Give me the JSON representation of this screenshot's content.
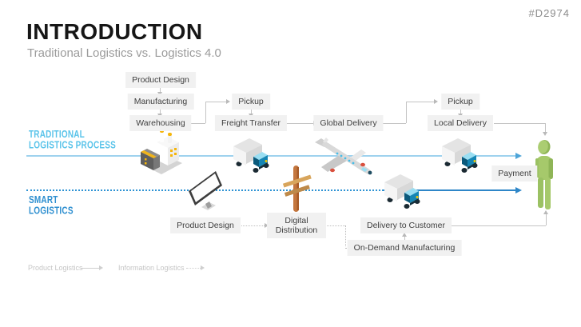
{
  "slide": {
    "code": "#D2974",
    "title": "INTRODUCTION",
    "subtitle": "Traditional Logistics vs. Logistics 4.0"
  },
  "lanes": {
    "traditional": {
      "label": "TRADITIONAL\nLOGISTICS PROCESS",
      "color": "#5BC4EA",
      "line_style": "solid"
    },
    "smart": {
      "label": "SMART\nLOGISTICS",
      "color": "#2E8FD0",
      "line_style": "dotted"
    }
  },
  "traditional_flow": {
    "product_design": "Product Design",
    "manufacturing": "Manufacturing",
    "warehousing": "Warehousing",
    "pickup_1": "Pickup",
    "freight_transfer": "Freight Transfer",
    "global_delivery": "Global Delivery",
    "pickup_2": "Pickup",
    "local_delivery": "Local Delivery",
    "payment": "Payment"
  },
  "smart_flow": {
    "product_design": "Product Design",
    "digital_distribution": "Digital Distribution",
    "delivery_to_customer": "Delivery to Customer",
    "on_demand_manufacturing": "On-Demand Manufacturing"
  },
  "legend": {
    "product_logistics": "Product Logistics",
    "information_logistics": "Information Logistics"
  },
  "icons": {
    "factory": "factory-icon",
    "pickup_truck": "delivery-truck-icon",
    "cargo_plane": "cargo-plane-icon",
    "local_delivery_truck": "delivery-truck-icon",
    "computer": "computer-monitor-icon",
    "signpost": "signpost-icon",
    "smart_delivery_truck": "delivery-truck-icon",
    "customer": "customer-person-icon"
  },
  "colors": {
    "traditional_line": "#9ED2EE",
    "smart_line": "#2E86C8",
    "box_background": "#F1F1F1",
    "box_text": "#3F3F3F",
    "connector_gray": "#C4C4C4",
    "person_green": "#A6C96B",
    "slide_code": "#8C8C8C"
  }
}
